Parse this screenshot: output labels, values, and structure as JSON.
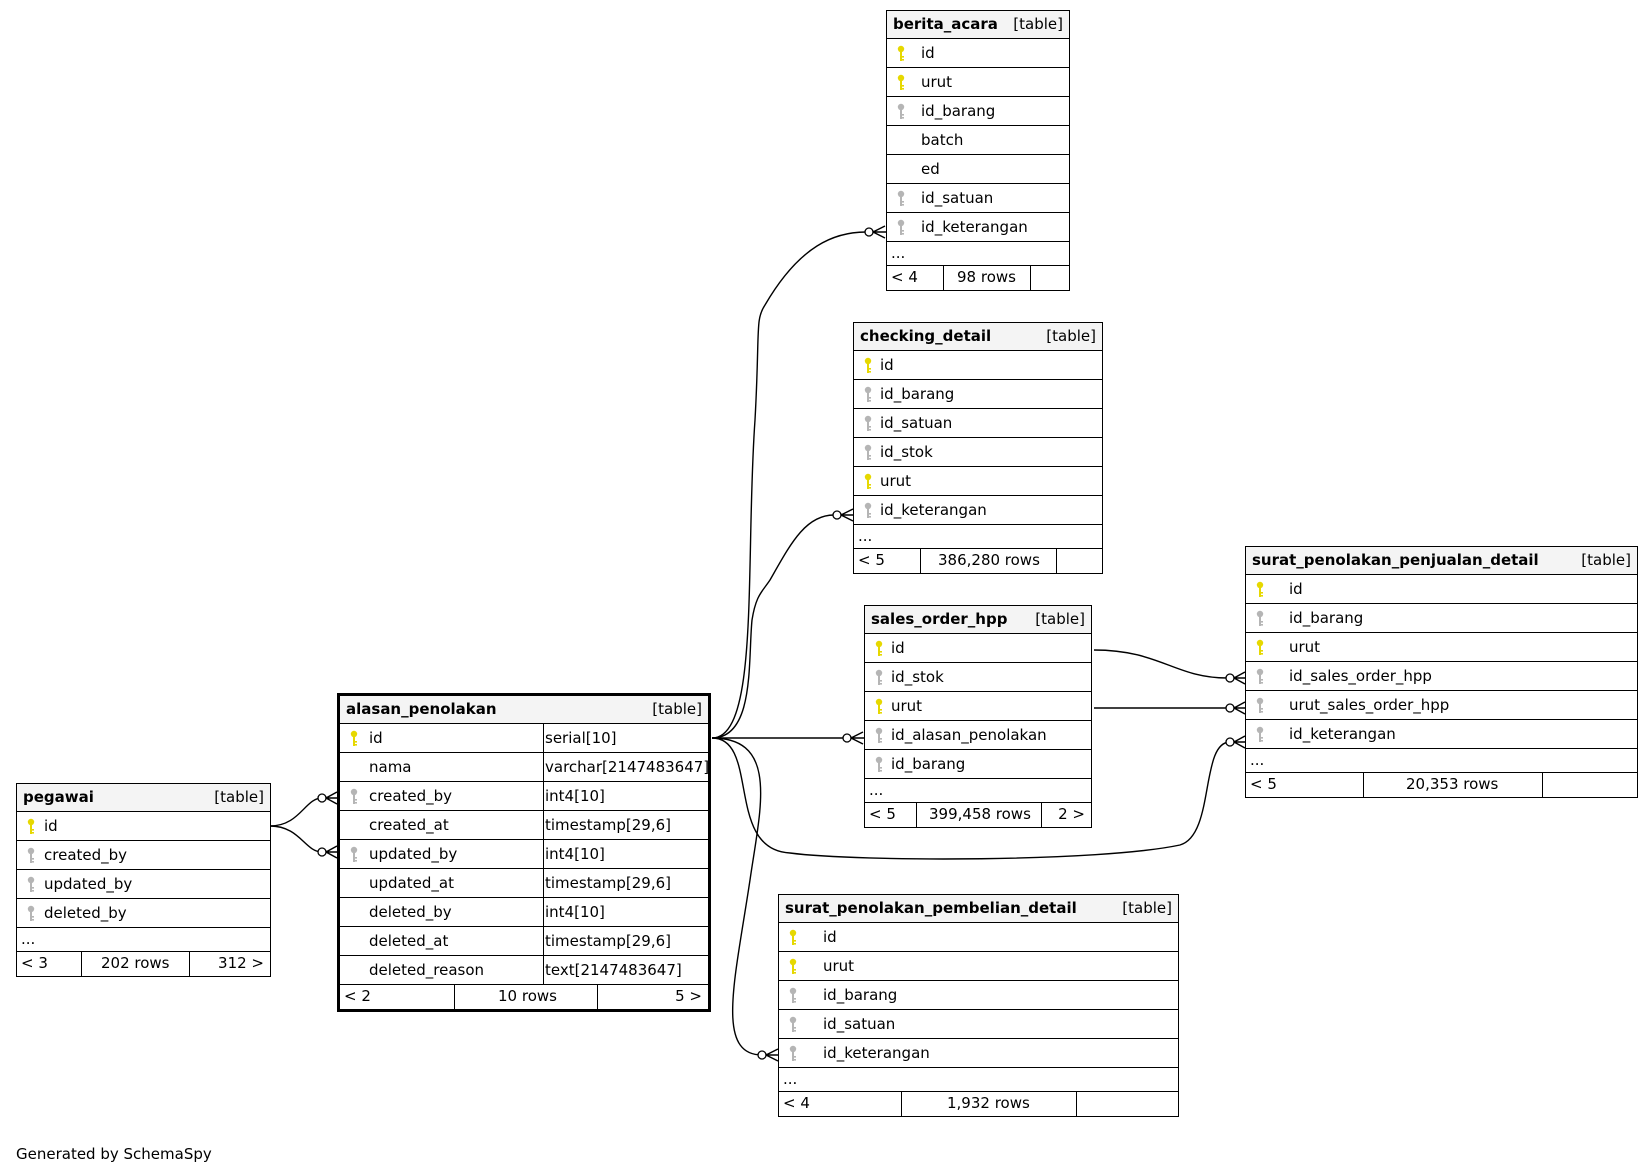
{
  "credit": "Generated by SchemaSpy",
  "colors": {
    "primary_key": "#e6d800",
    "foreign_key": "#b5b5b5",
    "header_bg": "#f4f4f4"
  },
  "tables": {
    "pegawai": {
      "name": "pegawai",
      "type": "[table]",
      "columns": [
        {
          "name": "id",
          "key": "primary"
        },
        {
          "name": "created_by",
          "key": "foreign"
        },
        {
          "name": "updated_by",
          "key": "foreign"
        },
        {
          "name": "deleted_by",
          "key": "foreign"
        }
      ],
      "ellipsis": "...",
      "footer": {
        "parents": "< 3",
        "rows": "202 rows",
        "children": "312 >"
      }
    },
    "alasan_penolakan": {
      "name": "alasan_penolakan",
      "type": "[table]",
      "columns": [
        {
          "name": "id",
          "datatype": "serial[10]",
          "key": "primary"
        },
        {
          "name": "nama",
          "datatype": "varchar[2147483647]",
          "key": "none"
        },
        {
          "name": "created_by",
          "datatype": "int4[10]",
          "key": "foreign"
        },
        {
          "name": "created_at",
          "datatype": "timestamp[29,6]",
          "key": "none"
        },
        {
          "name": "updated_by",
          "datatype": "int4[10]",
          "key": "foreign"
        },
        {
          "name": "updated_at",
          "datatype": "timestamp[29,6]",
          "key": "none"
        },
        {
          "name": "deleted_by",
          "datatype": "int4[10]",
          "key": "none"
        },
        {
          "name": "deleted_at",
          "datatype": "timestamp[29,6]",
          "key": "none"
        },
        {
          "name": "deleted_reason",
          "datatype": "text[2147483647]",
          "key": "none"
        }
      ],
      "footer": {
        "parents": "< 2",
        "rows": "10 rows",
        "children": "5 >"
      }
    },
    "berita_acara": {
      "name": "berita_acara",
      "type": "[table]",
      "columns": [
        {
          "name": "id",
          "key": "primary"
        },
        {
          "name": "urut",
          "key": "primary"
        },
        {
          "name": "id_barang",
          "key": "foreign"
        },
        {
          "name": "batch",
          "key": "none"
        },
        {
          "name": "ed",
          "key": "none"
        },
        {
          "name": "id_satuan",
          "key": "foreign"
        },
        {
          "name": "id_keterangan",
          "key": "foreign"
        }
      ],
      "ellipsis": "...",
      "footer": {
        "parents": "< 4",
        "rows": "98 rows",
        "children": ""
      }
    },
    "checking_detail": {
      "name": "checking_detail",
      "type": "[table]",
      "columns": [
        {
          "name": "id",
          "key": "primary"
        },
        {
          "name": "id_barang",
          "key": "foreign"
        },
        {
          "name": "id_satuan",
          "key": "foreign"
        },
        {
          "name": "id_stok",
          "key": "foreign"
        },
        {
          "name": "urut",
          "key": "primary"
        },
        {
          "name": "id_keterangan",
          "key": "foreign"
        }
      ],
      "ellipsis": "...",
      "footer": {
        "parents": "< 5",
        "rows": "386,280 rows",
        "children": ""
      }
    },
    "sales_order_hpp": {
      "name": "sales_order_hpp",
      "type": "[table]",
      "columns": [
        {
          "name": "id",
          "key": "primary"
        },
        {
          "name": "id_stok",
          "key": "foreign"
        },
        {
          "name": "urut",
          "key": "primary"
        },
        {
          "name": "id_alasan_penolakan",
          "key": "foreign"
        },
        {
          "name": "id_barang",
          "key": "foreign"
        }
      ],
      "ellipsis": "...",
      "footer": {
        "parents": "< 5",
        "rows": "399,458 rows",
        "children": "2 >"
      }
    },
    "surat_penolakan_penjualan_detail": {
      "name": "surat_penolakan_penjualan_detail",
      "type": "[table]",
      "columns": [
        {
          "name": "id",
          "key": "primary"
        },
        {
          "name": "id_barang",
          "key": "foreign"
        },
        {
          "name": "urut",
          "key": "primary"
        },
        {
          "name": "id_sales_order_hpp",
          "key": "foreign"
        },
        {
          "name": "urut_sales_order_hpp",
          "key": "foreign"
        },
        {
          "name": "id_keterangan",
          "key": "foreign"
        }
      ],
      "ellipsis": "...",
      "footer": {
        "parents": "< 5",
        "rows": "20,353 rows",
        "children": ""
      }
    },
    "surat_penolakan_pembelian_detail": {
      "name": "surat_penolakan_pembelian_detail",
      "type": "[table]",
      "columns": [
        {
          "name": "id",
          "key": "primary"
        },
        {
          "name": "urut",
          "key": "primary"
        },
        {
          "name": "id_barang",
          "key": "foreign"
        },
        {
          "name": "id_satuan",
          "key": "foreign"
        },
        {
          "name": "id_keterangan",
          "key": "foreign"
        }
      ],
      "ellipsis": "...",
      "footer": {
        "parents": "< 4",
        "rows": "1,932 rows",
        "children": ""
      }
    }
  }
}
